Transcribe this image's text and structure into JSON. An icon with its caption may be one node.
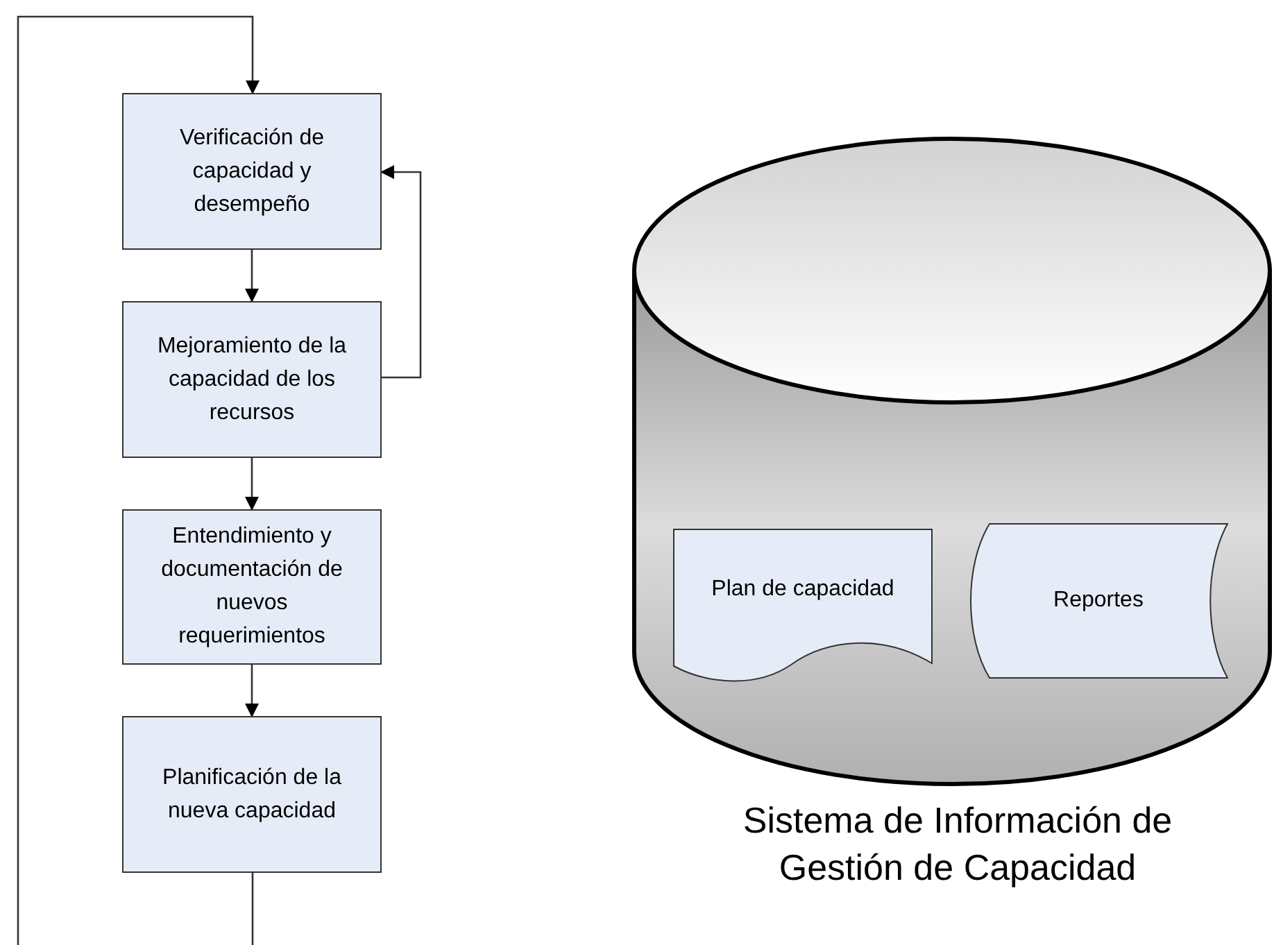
{
  "diagram": {
    "nodes": [
      {
        "text": [
          "Verificación de capacidad y desempeño"
        ]
      },
      {
        "text": [
          "Mejoramiento de la capacidad de los recursos"
        ]
      },
      {
        "text": [
          "Entendimiento y documentación de nuevos requerimientos"
        ]
      },
      {
        "text": [
          "Planificación de la nueva capacidad"
        ]
      },
      {
        "text": [],
        "shape": "cylinder",
        "beside": [
          "Sistema de Información de Gestión de Capacidad"
        ]
      },
      {
        "text": [
          "Plan de capacidad"
        ],
        "in": 4
      },
      {
        "text": [
          "Reportes"
        ],
        "in": 4
      }
    ],
    "edges": [
      {
        "from": 0,
        "to": 1,
        "arrow": "to"
      },
      {
        "from": 1,
        "to": 2,
        "arrow": "to"
      },
      {
        "from": 2,
        "to": 3,
        "arrow": "to"
      },
      {
        "from": 1,
        "to": 0,
        "arrow": "to"
      },
      {
        "from": 3,
        "to": 0,
        "arrow": "to"
      }
    ]
  }
}
